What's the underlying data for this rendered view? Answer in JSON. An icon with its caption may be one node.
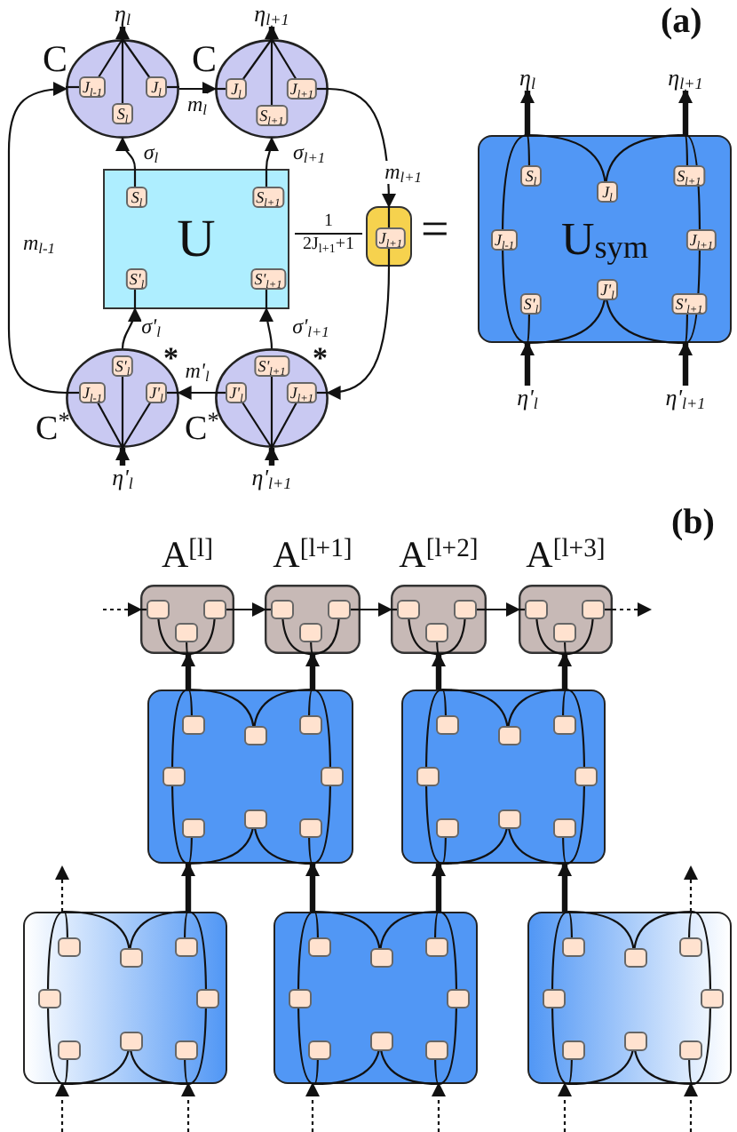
{
  "diagram": {
    "nodes": [
      {
        "text": [
          "C"
        ]
      },
      {
        "text": [
          "J$_{l-1}$"
        ],
        "in": 0
      },
      {
        "text": [
          "J$_{l}$"
        ],
        "in": 0
      },
      {
        "text": [
          "S$_{l}$"
        ],
        "in": 0
      },
      {
        "text": [
          "C"
        ]
      },
      {
        "text": [
          "J$_{l}$"
        ],
        "in": 4
      },
      {
        "text": [
          "J$_{l+1}$"
        ],
        "in": 4
      },
      {
        "text": [
          "S$_{l+1}$"
        ],
        "in": 4
      },
      {
        "text": [
          "U"
        ]
      },
      {
        "text": [
          "S$_{l}$"
        ],
        "in": 8
      },
      {
        "text": [
          "S$_{l+1}$"
        ],
        "in": 8
      },
      {
        "text": [
          "S'$_{l}$"
        ],
        "in": 8
      },
      {
        "text": [
          "S'$_{l+1}$"
        ],
        "in": 8
      },
      {
        "text": [
          "C$^{*}$",
          "*"
        ]
      },
      {
        "text": [
          "S'$_{l}$"
        ],
        "in": 13
      },
      {
        "text": [
          "J$_{l-1}$"
        ],
        "in": 13
      },
      {
        "text": [
          "J'$_{l}$"
        ],
        "in": 13
      },
      {
        "text": [
          "C$^{*}$",
          "*"
        ]
      },
      {
        "text": [
          "S'$_{l+1}$"
        ],
        "in": 17
      },
      {
        "text": [
          "J'$_{l}$"
        ],
        "in": 17
      },
      {
        "text": [
          "J$_{l+1}$"
        ],
        "in": 17
      },
      {
        "text": [],
        "shape": "box",
        "beside": [
          "1",
          "2J$_{l+1}$+1"
        ]
      },
      {
        "text": [
          "J$_{l+1}$"
        ],
        "in": 21
      },
      {
        "text": [
          "U$_{sym}$"
        ]
      },
      {
        "text": [
          "S$_{l}$"
        ],
        "in": 23
      },
      {
        "text": [
          "J$_{l}$"
        ],
        "in": 23
      },
      {
        "text": [
          "S$_{l+1}$"
        ],
        "in": 23
      },
      {
        "text": [
          "J$_{l-1}$"
        ],
        "in": 23
      },
      {
        "text": [
          "J$_{l+1}$"
        ],
        "in": 23
      },
      {
        "text": [
          "S'$_{l}$"
        ],
        "in": 23
      },
      {
        "text": [
          "J'$_{l}$"
        ],
        "in": 23
      },
      {
        "text": [
          "S'$_{l+1}$"
        ],
        "in": 23
      },
      {
        "text": [
          "η$_{l}$"
        ]
      },
      {
        "text": [
          "η$_{l+1}$"
        ]
      },
      {
        "text": [
          "η'$_{l}$"
        ]
      },
      {
        "text": [
          "η'$_{l+1}$"
        ]
      },
      {
        "text": [
          "η$_{l}$"
        ]
      },
      {
        "text": [
          "η$_{l+1}$"
        ]
      },
      {
        "text": [
          "η'$_{l}$"
        ]
      },
      {
        "text": [
          "η'$_{l+1}$"
        ]
      },
      {
        "text": [
          "A$^{[l]}$"
        ]
      },
      {
        "text": [],
        "shape": "box",
        "in": 40
      },
      {
        "text": [],
        "shape": "box",
        "in": 40
      },
      {
        "text": [],
        "shape": "box",
        "in": 40
      },
      {
        "text": [
          "A$^{[l+1]}$"
        ]
      },
      {
        "text": [],
        "shape": "box",
        "in": 44
      },
      {
        "text": [],
        "shape": "box",
        "in": 44
      },
      {
        "text": [],
        "shape": "box",
        "in": 44
      },
      {
        "text": [
          "A$^{[l+2]}$"
        ]
      },
      {
        "text": [],
        "shape": "box",
        "in": 48
      },
      {
        "text": [],
        "shape": "box",
        "in": 48
      },
      {
        "text": [],
        "shape": "box",
        "in": 48
      },
      {
        "text": [
          "A$^{[l+3]}$"
        ]
      },
      {
        "text": [],
        "shape": "box",
        "in": 52
      },
      {
        "text": [],
        "shape": "box",
        "in": 52
      },
      {
        "text": [],
        "shape": "box",
        "in": 52
      },
      {
        "text": [],
        "shape": "box"
      },
      {
        "text": [],
        "shape": "box",
        "in": 56
      },
      {
        "text": [],
        "shape": "box",
        "in": 56
      },
      {
        "text": [],
        "shape": "box",
        "in": 56
      },
      {
        "text": [],
        "shape": "box",
        "in": 56
      },
      {
        "text": [],
        "shape": "box",
        "in": 56
      },
      {
        "text": [],
        "shape": "box",
        "in": 56
      },
      {
        "text": [],
        "shape": "box",
        "in": 56
      },
      {
        "text": [],
        "shape": "box",
        "in": 56
      },
      {
        "text": [],
        "shape": "box"
      },
      {
        "text": [],
        "shape": "box",
        "in": 65
      },
      {
        "text": [],
        "shape": "box",
        "in": 65
      },
      {
        "text": [],
        "shape": "box",
        "in": 65
      },
      {
        "text": [],
        "shape": "box",
        "in": 65
      },
      {
        "text": [],
        "shape": "box",
        "in": 65
      },
      {
        "text": [],
        "shape": "box",
        "in": 65
      },
      {
        "text": [],
        "shape": "box",
        "in": 65
      },
      {
        "text": [],
        "shape": "box",
        "in": 65
      },
      {
        "text": [],
        "shape": "box"
      },
      {
        "text": [],
        "shape": "box",
        "in": 74
      },
      {
        "text": [],
        "shape": "box",
        "in": 74
      },
      {
        "text": [],
        "shape": "box",
        "in": 74
      },
      {
        "text": [],
        "shape": "box",
        "in": 74
      },
      {
        "text": [],
        "shape": "box",
        "in": 74
      },
      {
        "text": [],
        "shape": "box",
        "in": 74
      },
      {
        "text": [],
        "shape": "box",
        "in": 74
      },
      {
        "text": [],
        "shape": "box",
        "in": 74
      },
      {
        "text": [],
        "shape": "box"
      },
      {
        "text": [],
        "shape": "box",
        "in": 83
      },
      {
        "text": [],
        "shape": "box",
        "in": 83
      },
      {
        "text": [],
        "shape": "box",
        "in": 83
      },
      {
        "text": [],
        "shape": "box",
        "in": 83
      },
      {
        "text": [],
        "shape": "box",
        "in": 83
      },
      {
        "text": [],
        "shape": "box",
        "in": 83
      },
      {
        "text": [],
        "shape": "box",
        "in": 83
      },
      {
        "text": [],
        "shape": "box",
        "in": 83
      },
      {
        "text": [],
        "shape": "box"
      },
      {
        "text": [],
        "shape": "box",
        "in": 92
      },
      {
        "text": [],
        "shape": "box",
        "in": 92
      },
      {
        "text": [],
        "shape": "box",
        "in": 92
      },
      {
        "text": [],
        "shape": "box",
        "in": 92
      },
      {
        "text": [],
        "shape": "box",
        "in": 92
      },
      {
        "text": [],
        "shape": "box",
        "in": 92
      },
      {
        "text": [],
        "shape": "box",
        "in": 92
      },
      {
        "text": [],
        "shape": "box",
        "in": 92
      }
    ],
    "edges": [
      {
        "from": 0,
        "to": 4,
        "arrow": "to",
        "label": "m$_{l}$"
      },
      {
        "from": 8,
        "to": 0,
        "arrow": "to",
        "label": "σ$_{l}$"
      },
      {
        "from": 8,
        "to": 4,
        "arrow": "to",
        "label": "σ$_{l+1}$"
      },
      {
        "from": 13,
        "to": 8,
        "arrow": "to",
        "label": "σ'$_{l}$"
      },
      {
        "from": 17,
        "to": 8,
        "arrow": "to",
        "label": "σ'$_{l+1}$"
      },
      {
        "from": 17,
        "to": 13,
        "arrow": "to",
        "label": "m'$_{l}$"
      },
      {
        "from": 13,
        "to": 0,
        "arrow": "to",
        "label": "m$_{l-1}$"
      },
      {
        "from": 4,
        "to": 21,
        "arrow": "to",
        "label": "m$_{l+1}$"
      },
      {
        "from": 21,
        "to": 17,
        "arrow": "to"
      },
      {
        "from": 0,
        "to": 32,
        "arrow": "to",
        "style": "thick"
      },
      {
        "from": 4,
        "to": 33,
        "arrow": "to",
        "style": "thick"
      },
      {
        "from": 34,
        "to": 13,
        "arrow": "to",
        "style": "thick"
      },
      {
        "from": 35,
        "to": 17,
        "arrow": "to",
        "style": "thick"
      },
      {
        "from": 23,
        "to": 36,
        "arrow": "to",
        "style": "thick"
      },
      {
        "from": 23,
        "to": 37,
        "arrow": "to",
        "style": "thick"
      },
      {
        "from": 38,
        "to": 23,
        "arrow": "to",
        "style": "thick"
      },
      {
        "from": 39,
        "to": 23,
        "arrow": "to",
        "style": "thick"
      },
      {
        "from": null,
        "to": 40,
        "arrow": "to",
        "style": "dashed"
      },
      {
        "from": 40,
        "to": 44,
        "arrow": "to"
      },
      {
        "from": 44,
        "to": 48,
        "arrow": "to"
      },
      {
        "from": 48,
        "to": 52,
        "arrow": "to"
      },
      {
        "from": 52,
        "to": null,
        "arrow": "to",
        "style": "dashed"
      },
      {
        "from": 56,
        "to": 40,
        "arrow": "to",
        "style": "thick"
      },
      {
        "from": 56,
        "to": 44,
        "arrow": "to",
        "style": "thick"
      },
      {
        "from": 65,
        "to": 48,
        "arrow": "to",
        "style": "thick"
      },
      {
        "from": 65,
        "to": 52,
        "arrow": "to",
        "style": "thick"
      },
      {
        "from": 74,
        "to": 56,
        "arrow": "to",
        "style": "thick"
      },
      {
        "from": 83,
        "to": 56,
        "arrow": "to",
        "style": "thick"
      },
      {
        "from": 83,
        "to": 65,
        "arrow": "to",
        "style": "thick"
      },
      {
        "from": 92,
        "to": 65,
        "arrow": "to",
        "style": "thick"
      },
      {
        "from": 74,
        "to": null,
        "arrow": "to",
        "style": "dashed"
      },
      {
        "from": 92,
        "to": null,
        "arrow": "to",
        "style": "dashed"
      },
      {
        "from": null,
        "to": 74,
        "arrow": "to",
        "style": "dashed"
      },
      {
        "from": null,
        "to": 74,
        "arrow": "to",
        "style": "dashed"
      },
      {
        "from": null,
        "to": 83,
        "arrow": "to",
        "style": "dashed"
      },
      {
        "from": null,
        "to": 83,
        "arrow": "to",
        "style": "dashed"
      },
      {
        "from": null,
        "to": 92,
        "arrow": "to",
        "style": "dashed"
      },
      {
        "from": null,
        "to": 92,
        "arrow": "to",
        "style": "dashed"
      }
    ],
    "labels": [
      "(a)",
      "=",
      "(b)"
    ]
  }
}
